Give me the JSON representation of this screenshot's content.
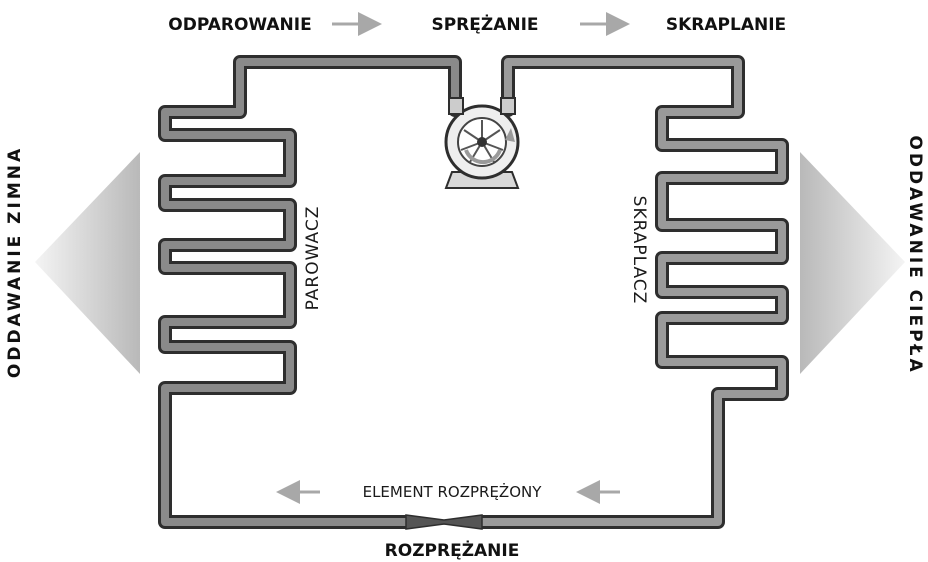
{
  "stages": {
    "evaporation": "ODPAROWANIE",
    "compression": "SPRĘŻANIE",
    "condensation": "SKRAPLANIE",
    "expansion": "ROZPRĘŻANIE"
  },
  "components": {
    "evaporator": "PAROWACZ",
    "condenser": "SKRAPLACZ",
    "expansion_element": "ELEMENT ROZPRĘŻONY"
  },
  "sides": {
    "left": "ODDAWANIE ZIMNA",
    "right": "ODDAWANIE CIEPŁA"
  },
  "colors": {
    "pipe_outline": "#2e2e2e",
    "pipe_fill": "#8a8a8a",
    "arrow": "#a8a8a8",
    "side_shape_dark": "#bdbdbd",
    "side_shape_light": "#f2f2f2"
  }
}
